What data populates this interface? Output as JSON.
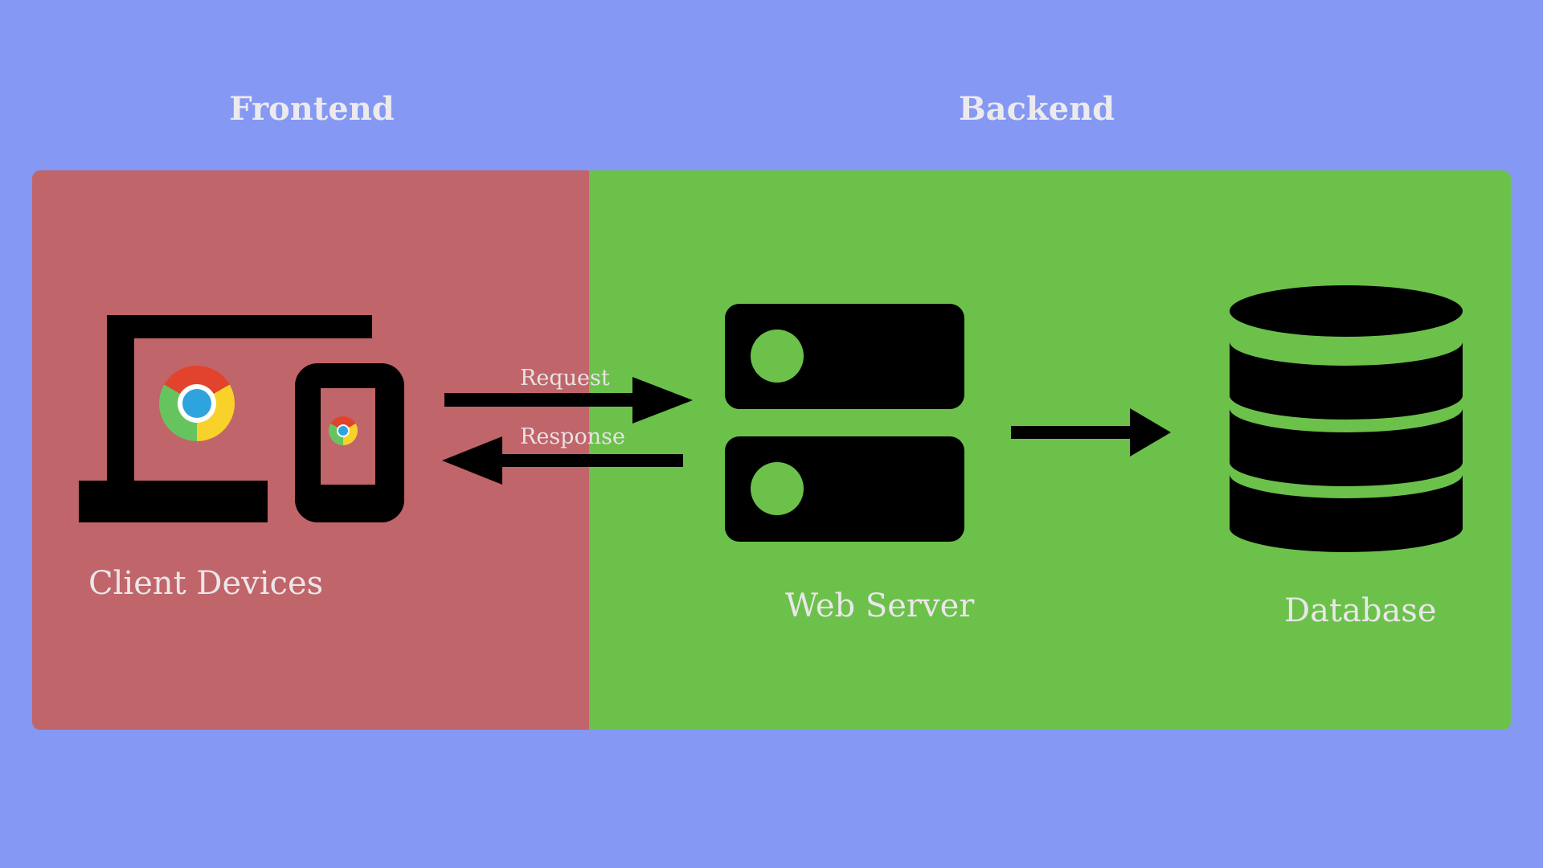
{
  "titles": {
    "frontend": "Frontend",
    "backend": "Backend"
  },
  "nodes": [
    {
      "id": "client-devices",
      "section": "frontend",
      "label": "Client Devices",
      "icon": "devices-chrome-icon"
    },
    {
      "id": "web-server",
      "section": "backend",
      "label": "Web Server",
      "icon": "server-rack-icon"
    },
    {
      "id": "database",
      "section": "backend",
      "label": "Database",
      "icon": "database-cylinder-icon"
    }
  ],
  "edges": [
    {
      "from": "client-devices",
      "to": "web-server",
      "label": "Request",
      "direction": "right"
    },
    {
      "from": "web-server",
      "to": "client-devices",
      "label": "Response",
      "direction": "left"
    },
    {
      "from": "web-server",
      "to": "database",
      "label": "",
      "direction": "right"
    }
  ],
  "colors": {
    "background": "#8598F3",
    "frontend_panel": "#C06569",
    "backend_panel": "#6CC14B",
    "icon_black": "#000000",
    "text": "#EAE7EA",
    "chrome_red": "#E2432C",
    "chrome_yellow": "#F8D12B",
    "chrome_green": "#66C45F",
    "chrome_blue": "#2EA4DE",
    "chrome_white": "#FFFFFF"
  }
}
